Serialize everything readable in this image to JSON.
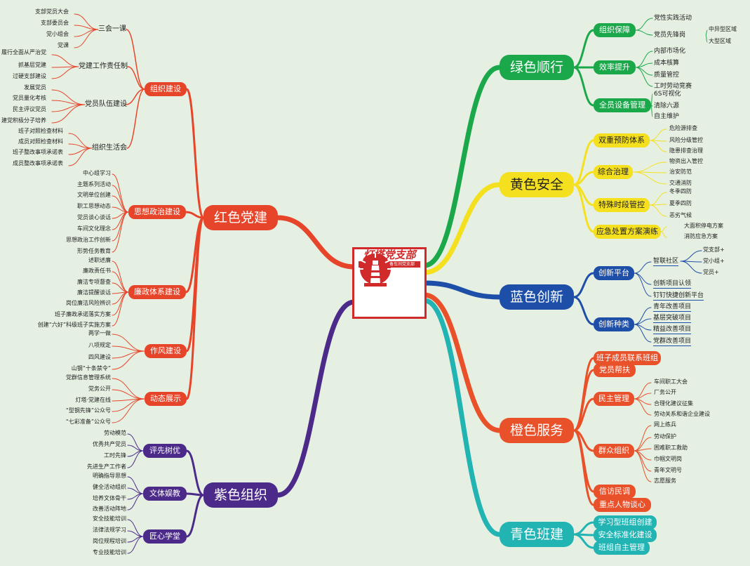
{
  "center": {
    "title": "灯塔党支部",
    "subtitle": "型钢厂生产准备车间党支部"
  },
  "red": {
    "main": "红色党建",
    "subs": [
      {
        "label": "组织建设",
        "groups": [
          {
            "label": "三会一课",
            "leaves": [
              "支部党员大会",
              "支部委员会",
              "党小组会",
              "党课"
            ]
          },
          {
            "label": "党建工作责任制",
            "leaves": [
              "履行全面从严治党",
              "抓基层党建",
              "过硬支部建设"
            ]
          },
          {
            "label": "党员队伍建设",
            "leaves": [
              "发展党员",
              "党员量化考核",
              "民主评议党员",
              "建党积极分子培养"
            ]
          },
          {
            "label": "组织生活会",
            "leaves": [
              "班子对照检查材料",
              "成员对照检查材料",
              "班子整改事项承诺表",
              "成员整改事项承诺表"
            ]
          }
        ]
      },
      {
        "label": "思想政治建设",
        "leaves": [
          "中心组学习",
          "主题系列活动",
          "文明单位创建",
          "职工思想动态",
          "党员谈心谈话",
          "车间文化理念",
          "思想政治工作创新",
          "形势任务教育"
        ]
      },
      {
        "label": "廉政体系建设",
        "leaves": [
          "述职述廉",
          "廉政责任书",
          "廉洁专项督查",
          "廉洁提醒谈话",
          "岗位廉洁风险辨识",
          "班子廉政承诺落实方案",
          "创建“六好”科级班子实施方案"
        ]
      },
      {
        "label": "作风建设",
        "leaves": [
          "两学一做",
          "八项规定",
          "四风建设",
          "山钢“十条禁令”"
        ]
      },
      {
        "label": "动态展示",
        "leaves": [
          "党群信息管理系统",
          "党务公开",
          "灯塔·党建在线",
          "“型钢先锋”公众号",
          "“七彩准备”公众号"
        ]
      }
    ]
  },
  "purple": {
    "main": "紫色组织",
    "subs": [
      {
        "label": "评先树优",
        "leaves": [
          "劳动模范",
          "优秀共产党员",
          "工时先锋",
          "先进生产工作者"
        ]
      },
      {
        "label": "文体娱教",
        "leaves": [
          "明确指导思想",
          "健全活动组织",
          "培养文体骨干",
          "改善活动阵地"
        ]
      },
      {
        "label": "匠心学堂",
        "leaves": [
          "安全技能培训",
          "法律法规学习",
          "岗位规程培训",
          "专业技能培训"
        ]
      }
    ]
  },
  "green": {
    "main": "绿色顺行",
    "subs": [
      {
        "label": "组织保障",
        "leaves": [
          "党性实践活动",
          "党员先锋岗"
        ],
        "deep": [
          "中异型区域",
          "大型区域"
        ]
      },
      {
        "label": "效率提升",
        "leaves": [
          "内部市场化",
          "成本核算",
          "质量管控",
          "工时劳动竞赛"
        ]
      },
      {
        "label": "全员设备管理",
        "leaves": [
          "6S可视化",
          "清除六源",
          "自主维护"
        ]
      }
    ]
  },
  "yellow": {
    "main": "黄色安全",
    "subs": [
      {
        "label": "双重预防体系",
        "leaves": [
          "危险源排查",
          "风险分级管控",
          "隐患排查治理"
        ]
      },
      {
        "label": "综合治理",
        "leaves": [
          "物资出入管控",
          "治安防范",
          "交通消防"
        ]
      },
      {
        "label": "特殊时段管控",
        "leaves": [
          "冬季四防",
          "夏季四防",
          "恶劣气候"
        ]
      },
      {
        "label": "应急处置方案演练",
        "leaves": [
          "大面积停电方案",
          "消防应急方案"
        ]
      }
    ]
  },
  "blue": {
    "main": "蓝色创新",
    "subs": [
      {
        "label": "创新平台",
        "leaves": [
          "智联社区",
          "创新项目认领",
          "钉钉快捷创新平台"
        ],
        "deep": [
          "党支部+",
          "党小组+",
          "党员+"
        ]
      },
      {
        "label": "创新种类",
        "leaves": [
          "青年改善项目",
          "基层突破项目",
          "精益改善项目",
          "党群改善项目"
        ]
      }
    ]
  },
  "orange": {
    "main": "橙色服务",
    "subs": [
      {
        "label": "班子成员联系班组",
        "leaves": []
      },
      {
        "label": "党员帮扶",
        "leaves": []
      },
      {
        "label": "民主管理",
        "leaves": [
          "车间职工大会",
          "厂务公开",
          "合理化建议征集",
          "劳动关系和谐企业建设"
        ]
      },
      {
        "label": "群众组织",
        "leaves": [
          "网上练兵",
          "劳动保护",
          "困难职工救助",
          "巾帼文明岗",
          "青年文明号",
          "志愿服务"
        ]
      },
      {
        "label": "信访民调",
        "leaves": []
      },
      {
        "label": "重点人物谈心",
        "leaves": []
      }
    ]
  },
  "cyan": {
    "main": "青色班建",
    "subs": [
      {
        "label": "学习型班组创建",
        "leaves": []
      },
      {
        "label": "安全标准化建设",
        "leaves": []
      },
      {
        "label": "班组自主管理",
        "leaves": []
      }
    ]
  },
  "colors": {
    "red": "#e6452a",
    "purple": "#4b2a8a",
    "green": "#1aa84a",
    "yellow": "#f5e020",
    "blue": "#1e4fa8",
    "orange": "#e8512a",
    "cyan": "#22b3b3"
  }
}
